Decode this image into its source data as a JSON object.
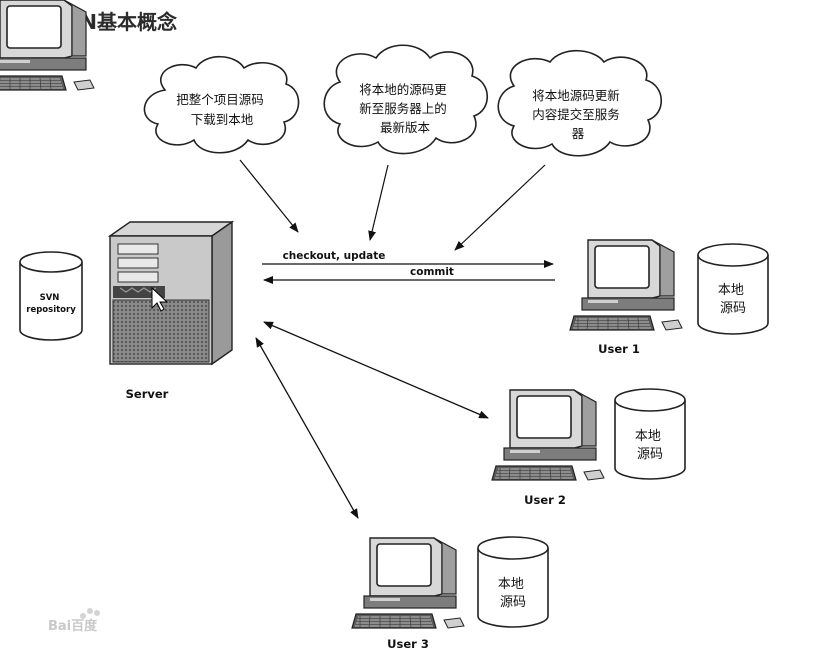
{
  "heading": "1.1 SVN基本概念",
  "clouds": [
    {
      "lines": [
        "把整个项目源码",
        "下载到本地"
      ]
    },
    {
      "lines": [
        "将本地的源码更",
        "新至服务器上的",
        "最新版本"
      ]
    },
    {
      "lines": [
        "将本地源码更新",
        "内容提交至服务",
        "器"
      ]
    }
  ],
  "server": {
    "label": "Server",
    "repo_lines": [
      "SVN",
      "repository"
    ]
  },
  "arrows": {
    "checkout": "checkout, update",
    "commit": "commit"
  },
  "users": [
    {
      "label": "User 1",
      "repo_lines": [
        "本地",
        "源码"
      ]
    },
    {
      "label": "User 2",
      "repo_lines": [
        "本地",
        "源码"
      ]
    },
    {
      "label": "User 3",
      "repo_lines": [
        "本地",
        "源码"
      ]
    }
  ],
  "watermark": "Bai百度"
}
